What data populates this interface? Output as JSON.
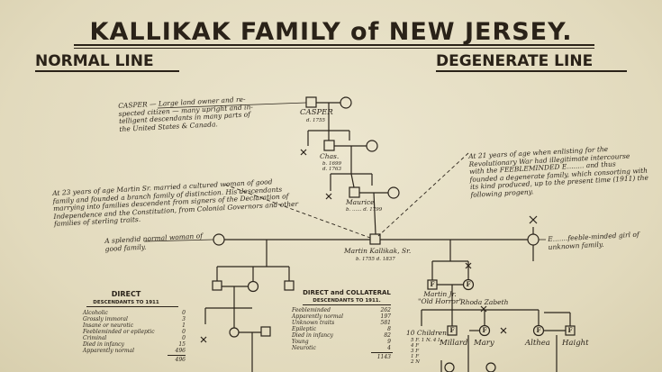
{
  "title": "KALLIKAK FAMILY of NEW JERSEY.",
  "sections": {
    "left": "NORMAL LINE",
    "right": "DEGENERATE LINE"
  },
  "notes": {
    "casper": "CASPER — Large land owner and re-\nspected citizen — many upright and in-\ntelligent descendants in many parts of\nthe United States & Canada.",
    "martin_sr": "At 23 years of age Martin Sr. married a cultured woman of good\nfamily and founded a branch family of distinction. His descendants\nmarrying into families descendent from signers of the Declaration of\nIndependence and the Constitution, from Colonial Governors and other\nfamilies of sterling traits.",
    "degenerate": "At 21 years of age when enlisting for the\nRevolutionary War had illegitimate intercourse\nwith the FEEBLEMINDED E........ and thus\nfounded a degenerate family, which consorting with\nits kind produced, up to the present time (1911) the\nfollowing progeny.",
    "normal_woman": "A splendid normal woman of\ngood family.",
    "feebleminded_girl": "E.......feeble-minded girl of\nunknown family."
  },
  "people": {
    "casper": "CASPER",
    "casper_date": "d. 1755",
    "chas": "Chas.",
    "chas_dates": "b. 1699\nd. 1763",
    "maurice": "Maurice",
    "maurice_dates": "b. ...... d. 1799",
    "martin": "Martin Kallikak, Sr.",
    "martin_dates": "b. 1755        d. 1837",
    "martin_jr": "Martin Jr.\n\"Old Horror\"",
    "rhoda": "Rhoda Zabeth",
    "ten_children": "10 Children",
    "ten_children_list": "5 F. 1 N. 4 I.\n4 F\n3 F\n1 F\n2 N",
    "millard": "Millard",
    "mary": "Mary",
    "althea": "Althea",
    "haight": "Haight"
  },
  "direct_table": {
    "title": "DIRECT",
    "subtitle": "DESCENDANTS TO 1911",
    "rows": [
      {
        "label": "Alcoholic",
        "value": "0"
      },
      {
        "label": "Grossly immoral",
        "value": "3"
      },
      {
        "label": "Insane or neurotic",
        "value": "1"
      },
      {
        "label": "Feebleminded or epileptic",
        "value": "0"
      },
      {
        "label": "Criminal",
        "value": "0"
      },
      {
        "label": "Died in infancy",
        "value": "15"
      },
      {
        "label": "Apparently normal",
        "value": "496"
      }
    ],
    "total": "496"
  },
  "collateral_table": {
    "title": "DIRECT and COLLATERAL",
    "subtitle": "DESCENDANTS TO 1911.",
    "rows": [
      {
        "label": "Feebleminded",
        "value": "262"
      },
      {
        "label": "Apparently normal",
        "value": "197"
      },
      {
        "label": "Unknown traits",
        "value": "581"
      },
      {
        "label": "Epileptic",
        "value": "8"
      },
      {
        "label": "Died in infancy",
        "value": "82"
      },
      {
        "label": "Young",
        "value": "9"
      },
      {
        "label": "Neurotic",
        "value": "4"
      }
    ],
    "total": "1143"
  },
  "symbols": {
    "feebleminded": "F",
    "normal": "N",
    "death": "✕"
  },
  "colors": {
    "paper": "#e6dfc6",
    "ink": "#2b241b"
  }
}
